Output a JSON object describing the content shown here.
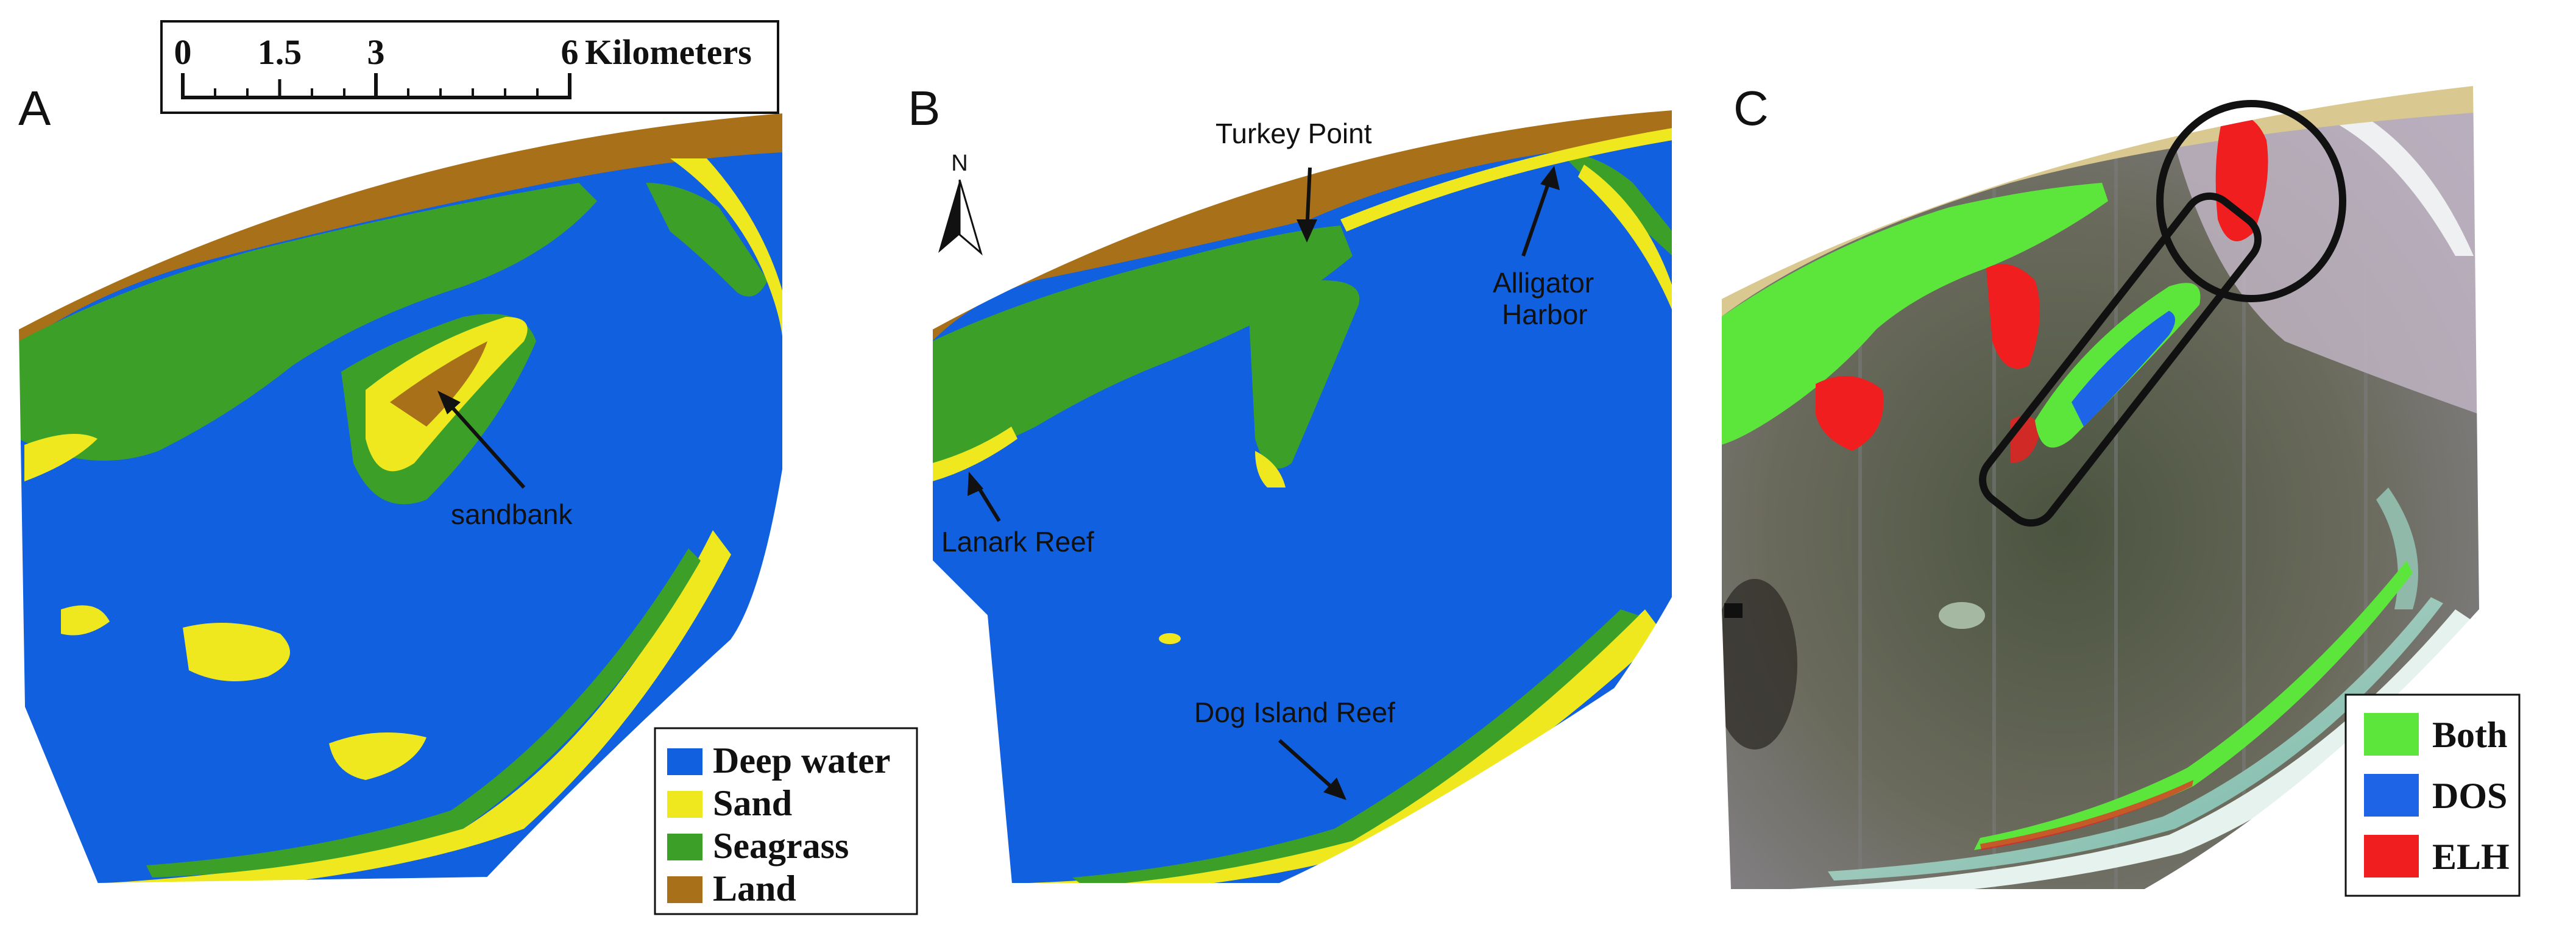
{
  "panels": {
    "a": {
      "letter": "A"
    },
    "b": {
      "letter": "B"
    },
    "c": {
      "letter": "C"
    }
  },
  "scalebar": {
    "ticks": [
      "0",
      "1.5",
      "3",
      "6"
    ],
    "unit": "Kilometers"
  },
  "north_arrow": {
    "label": "N"
  },
  "annotations": {
    "sandbank": "sandbank",
    "turkey_point": "Turkey Point",
    "alligator_harbor_1": "Alligator",
    "alligator_harbor_2": "Harbor",
    "lanark_reef": "Lanark Reef",
    "dog_island_reef": "Dog Island Reef"
  },
  "legend_classes": [
    {
      "label": "Deep water",
      "color": "#1060E0"
    },
    {
      "label": "Sand",
      "color": "#F0E81E"
    },
    {
      "label": "Seagrass",
      "color": "#3CA028"
    },
    {
      "label": "Land",
      "color": "#A87018"
    }
  ],
  "legend_comparison": [
    {
      "label": "Both",
      "color": "#5CE63C"
    },
    {
      "label": "DOS",
      "color": "#1E64E6"
    },
    {
      "label": "ELH",
      "color": "#F01E1E"
    }
  ],
  "colors": {
    "deep_water": "#1060E0",
    "sand": "#F0E81E",
    "seagrass": "#3CA028",
    "land": "#A87018",
    "imagery_base": "#6E7868"
  }
}
